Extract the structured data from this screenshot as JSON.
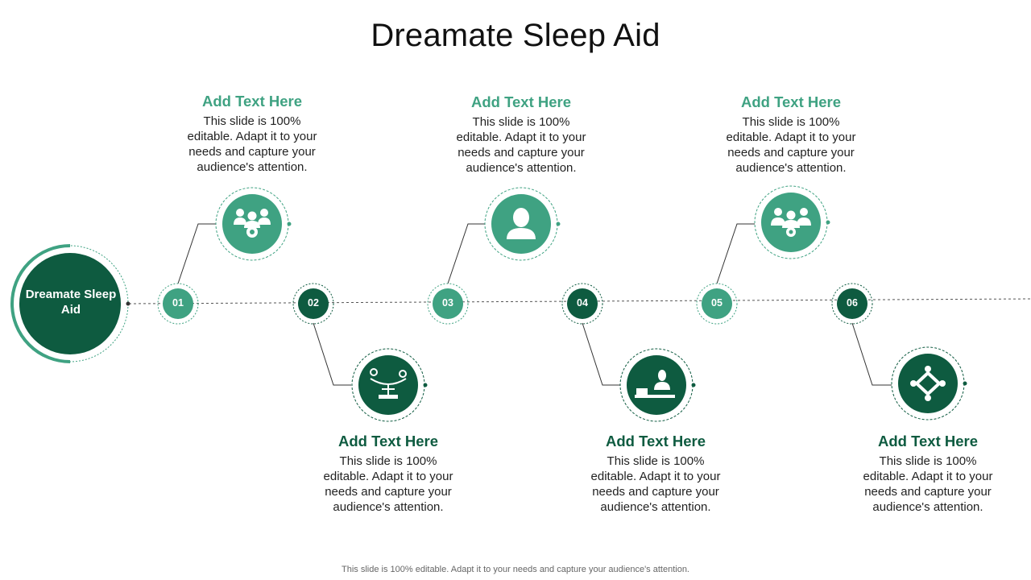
{
  "title": "Dreamate Sleep Aid",
  "hub": {
    "label": "Dreamate Sleep Aid"
  },
  "colors": {
    "light": "#3fa282",
    "dark": "#0e5b40",
    "line": "#333333"
  },
  "steps": [
    {
      "number": "01",
      "position": "top",
      "icon": "team-gear-icon",
      "heading": "Add Text Here",
      "text": "This slide is 100% editable. Adapt it to your needs and capture your audience's attention."
    },
    {
      "number": "02",
      "position": "bottom",
      "icon": "balance-scale-icon",
      "heading": "Add Text Here",
      "text": "This slide is 100% editable. Adapt it to your needs and capture your audience's attention."
    },
    {
      "number": "03",
      "position": "top",
      "icon": "woman-avatar-icon",
      "heading": "Add Text Here",
      "text": "This slide is 100% editable. Adapt it to your needs and capture your audience's attention."
    },
    {
      "number": "04",
      "position": "bottom",
      "icon": "businesswoman-desk-icon",
      "heading": "Add Text Here",
      "text": "This slide is 100% editable. Adapt it to your needs and capture your audience's attention."
    },
    {
      "number": "05",
      "position": "top",
      "icon": "group-award-icon",
      "heading": "Add Text Here",
      "text": "This slide is 100% editable. Adapt it to your needs and capture your audience's attention."
    },
    {
      "number": "06",
      "position": "bottom",
      "icon": "people-network-icon",
      "heading": "Add Text Here",
      "text": "This slide is 100% editable. Adapt it to your needs and capture your audience's attention."
    }
  ],
  "footer": "This slide is 100% editable. Adapt it to your needs and capture your audience's attention."
}
